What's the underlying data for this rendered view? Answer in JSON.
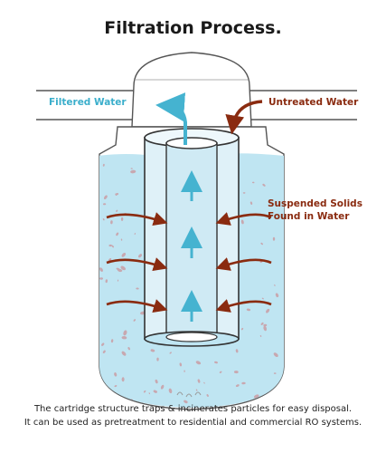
{
  "title": "Filtration Process.",
  "labels": {
    "filtered_water": "Filtered Water",
    "untreated_water": "Untreated Water",
    "suspended_solids_line1": "Suspended Solids",
    "suspended_solids_line2": "Found in Water"
  },
  "caption": {
    "line1": "The cartridge structure traps & incinerates particles for easy disposal.",
    "line2": "It can be used as pretreatment to residential and commercial RO systems."
  },
  "colors": {
    "water": "#bfe5f2",
    "flow_arrow": "#45b3d0",
    "inflow_arrow": "#8a2b10",
    "outline": "#444444",
    "particle": "#c8a8b0"
  }
}
